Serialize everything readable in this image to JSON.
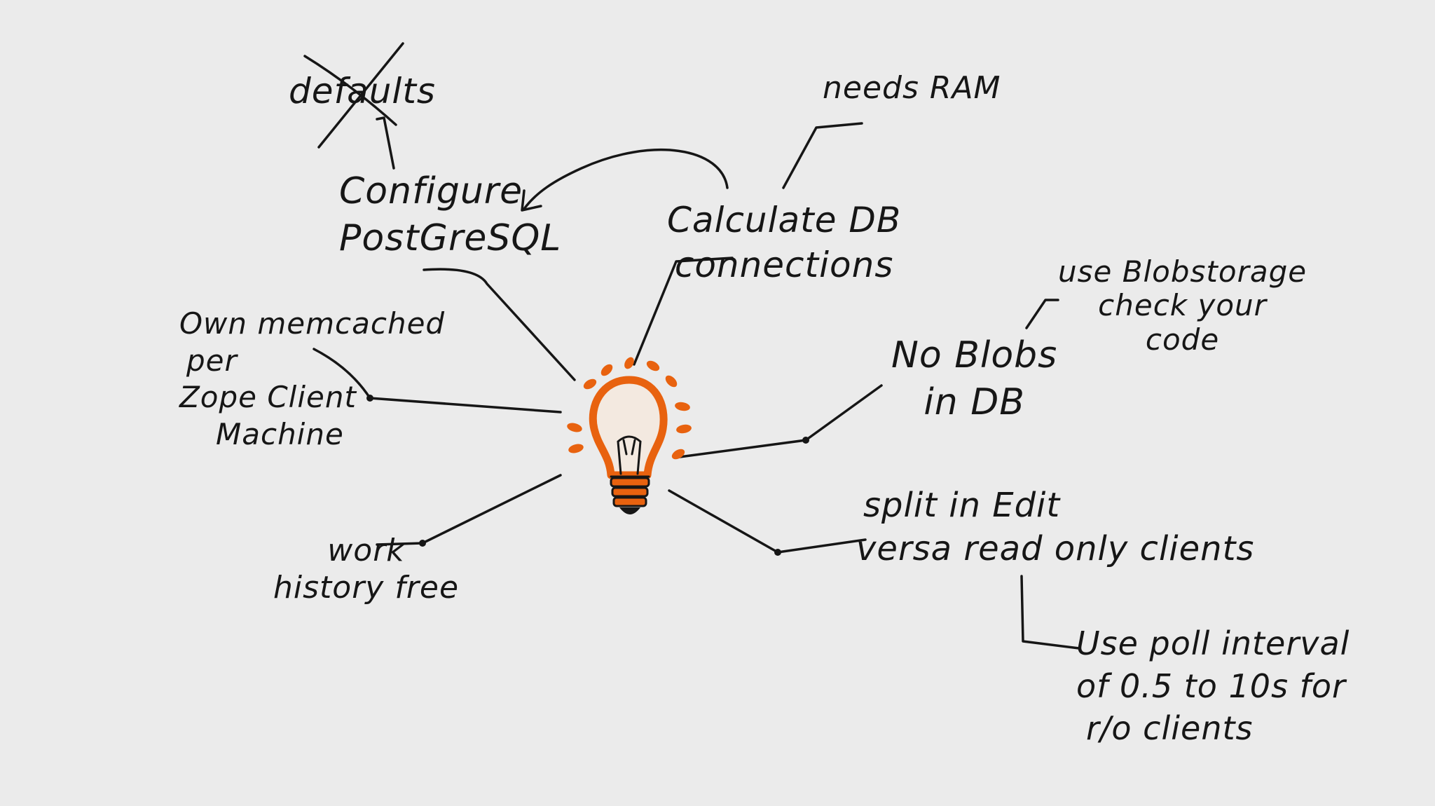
{
  "nodes": {
    "defaults": {
      "lines": [
        "defaults"
      ]
    },
    "configure_postgres": {
      "lines": [
        "Configure",
        "PostGreSQL"
      ]
    },
    "needs_ram": {
      "lines": [
        "needs RAM"
      ]
    },
    "calculate_db": {
      "lines": [
        "Calculate DB",
        "connections"
      ]
    },
    "own_memcached": {
      "lines": [
        "Own memcached",
        "per",
        "Zope Client",
        "Machine"
      ]
    },
    "blobstorage": {
      "lines": [
        "use Blobstorage",
        "check your",
        "code"
      ]
    },
    "no_blobs": {
      "lines": [
        "No Blobs",
        "in DB"
      ]
    },
    "split": {
      "lines": [
        "split in Edit",
        "versa read only clients"
      ]
    },
    "work_history": {
      "lines": [
        "work",
        "history free"
      ]
    },
    "poll": {
      "lines": [
        "Use poll interval",
        "of 0.5 to 10s for",
        "r/o clients"
      ]
    }
  },
  "colors": {
    "ink": "#161616",
    "bulb": "#e8620f",
    "background": "#ebebeb"
  },
  "icons": {
    "center": "lightbulb-icon",
    "crossed": "cross-out-mark"
  }
}
